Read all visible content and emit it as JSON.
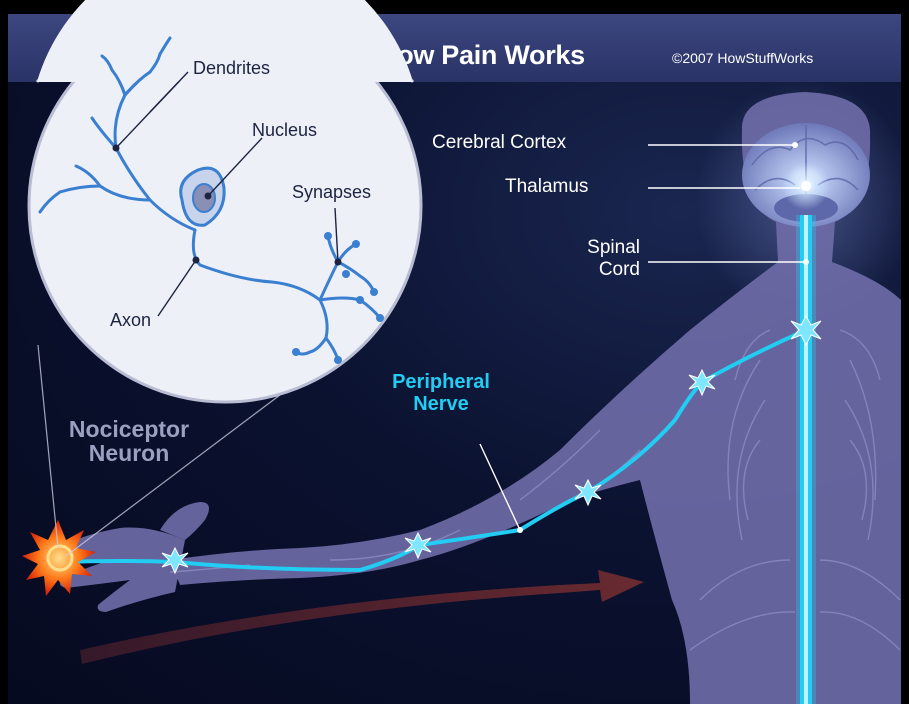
{
  "header": {
    "title": "How Pain Works",
    "copyright": "©2007 HowStuffWorks"
  },
  "labels": {
    "dendrites": "Dendrites",
    "nucleus": "Nucleus",
    "synapses": "Synapses",
    "axon": "Axon",
    "cerebral_cortex": "Cerebral Cortex",
    "thalamus": "Thalamus",
    "spinal_line1": "Spinal",
    "spinal_line2": "Cord",
    "peripheral_line1": "Peripheral",
    "peripheral_line2": "Nerve",
    "nociceptor_line1": "Nociceptor",
    "nociceptor_line2": "Neuron"
  },
  "colors": {
    "nerve": "#22ccf2",
    "body": "#6f6da8",
    "background": "#0b1230",
    "banner": "#333d73",
    "signal_arrow": "#5a2430",
    "pain_burst": "#ff6a1a"
  }
}
